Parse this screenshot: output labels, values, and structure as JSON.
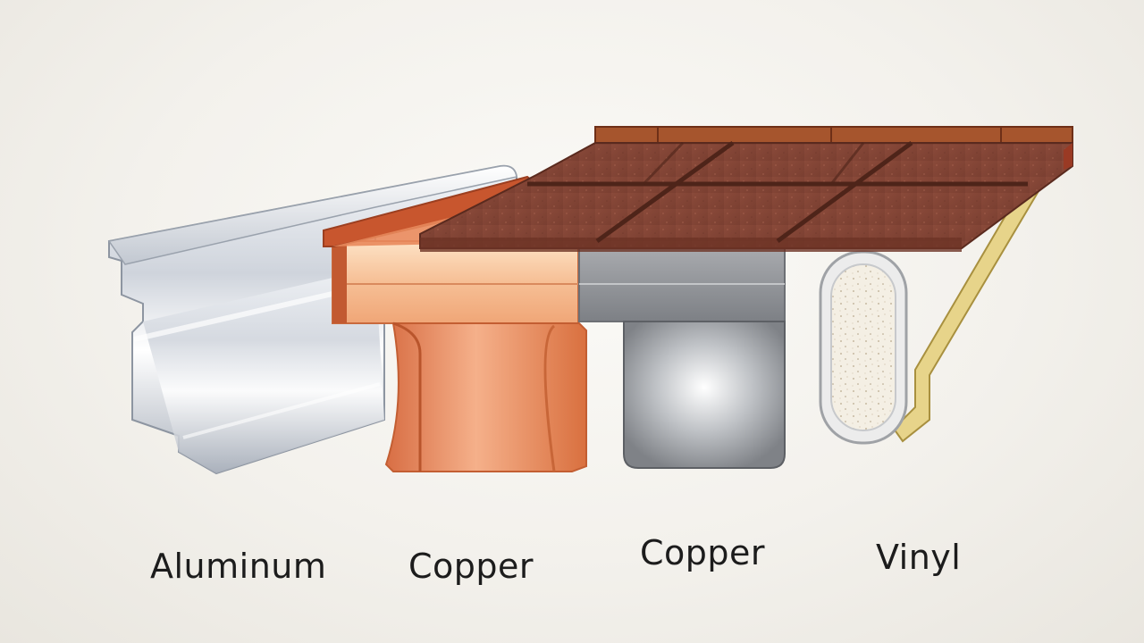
{
  "labels": {
    "aluminum": "Aluminum",
    "copper_1": "Copper",
    "copper_2": "Copper",
    "vinyl": "Vinyl"
  },
  "colors": {
    "aluminum": "#c9ced6",
    "copper": "#e07f52",
    "steel": "#8f9297",
    "vinyl": "#f2ece0",
    "bracket": "#d9c27a",
    "shingle": "#8b4a3b",
    "fascia": "#9a3a24"
  },
  "icons": [
    "aluminum-gutter-icon",
    "copper-gutter-icon",
    "steel-gutter-icon",
    "vinyl-gutter-icon",
    "roof-shingles-icon"
  ]
}
